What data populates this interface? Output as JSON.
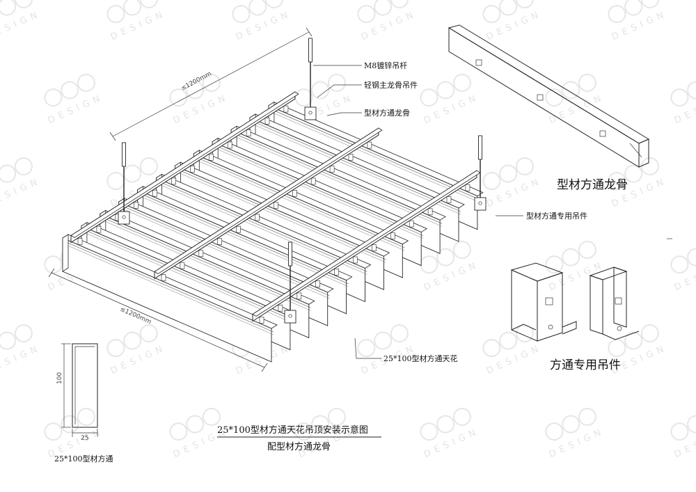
{
  "labels": {
    "m8_rod": "M8镀锌吊杆",
    "main_hanger": "轻钢主龙骨吊件",
    "keel": "型材方通龙骨",
    "special_hanger": "型材方通专用吊件",
    "ceiling": "25*100型材方通天花",
    "dim_top": "≤1200mm",
    "dim_bottom": "≤1200mm"
  },
  "right_panel": {
    "keel_title": "型材方通龙骨",
    "hanger_title": "方通专用吊件"
  },
  "section": {
    "height": "100",
    "width": "25",
    "caption": "25*100型材方通"
  },
  "title": {
    "main": "25*100型材方通天花吊顶安装示意图",
    "sub": "配型材方通龙骨"
  },
  "watermark": {
    "text": "DESIGN"
  }
}
